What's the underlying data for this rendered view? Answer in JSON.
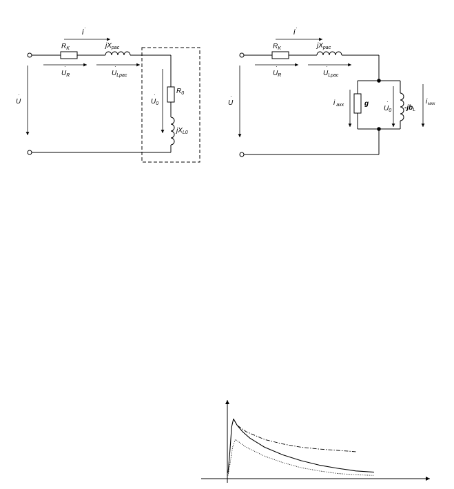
{
  "circuit_left": {
    "current": "i",
    "rk": "R",
    "rk_sub": "K",
    "jx": "jX",
    "jx_sub": "рас",
    "ur": "U",
    "ur_sub": "R",
    "ul": "U",
    "ul_sub": "Lрас",
    "u": "U",
    "u0": "U",
    "u0_sub": "0",
    "r0": "R",
    "r0_sub": "0",
    "jxl0": "jX",
    "jxl0_sub": "L0"
  },
  "circuit_right": {
    "current": "i",
    "rk": "R",
    "rk_sub": "K",
    "jx": "jX",
    "jx_sub": "рас",
    "ur": "U",
    "ur_sub": "R",
    "ul": "U",
    "ul_sub": "Lрас",
    "u": "U",
    "i_axx": "i",
    "i_axx_sub": "axx",
    "g": "g",
    "u0": "U",
    "u0_sub": "0",
    "jb": "-jb",
    "jb_sub": "L",
    "i_mxx": "i",
    "i_mxx_sub": "мxx"
  },
  "chart_data": {
    "type": "line",
    "title": "",
    "xlabel": "",
    "ylabel": "",
    "xlim": [
      0,
      10
    ],
    "ylim": [
      0,
      1
    ],
    "series": [
      {
        "style": "solid",
        "x": [
          0,
          0.1,
          0.2,
          0.3,
          0.5,
          0.8,
          1.2,
          2,
          3,
          4,
          5,
          6,
          7,
          8
        ],
        "y": [
          0.08,
          0.4,
          0.8,
          0.92,
          0.82,
          0.72,
          0.62,
          0.48,
          0.36,
          0.27,
          0.2,
          0.15,
          0.11,
          0.09
        ]
      },
      {
        "style": "dashdot",
        "x": [
          0.3,
          0.5,
          1,
          2,
          3,
          4,
          5,
          6,
          7
        ],
        "y": [
          0.92,
          0.82,
          0.72,
          0.6,
          0.53,
          0.48,
          0.45,
          0.43,
          0.41
        ]
      },
      {
        "style": "dotted",
        "x": [
          0,
          0.1,
          0.25,
          0.4,
          0.6,
          1,
          2,
          3,
          4,
          5,
          6,
          7,
          8
        ],
        "y": [
          0.04,
          0.2,
          0.48,
          0.6,
          0.56,
          0.48,
          0.34,
          0.24,
          0.16,
          0.11,
          0.07,
          0.05,
          0.04
        ]
      }
    ]
  }
}
